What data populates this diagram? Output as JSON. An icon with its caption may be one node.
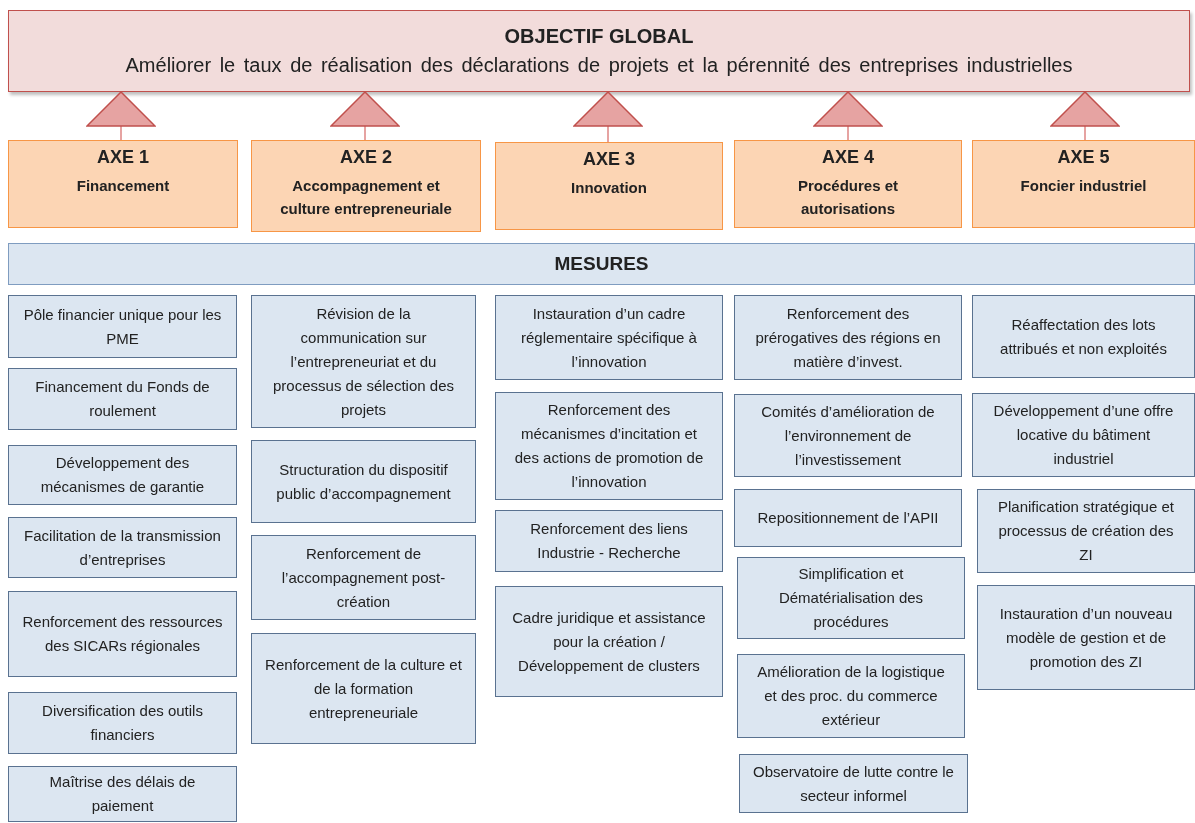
{
  "diagram": {
    "nodes": [
      {
        "text": [
          "OBJECTIF GLOBAL",
          "Améliorer le taux de réalisation des déclarations de projets et la pérennité des entreprises industrielles"
        ]
      },
      {
        "text": [
          "AXE 1",
          "Financement"
        ]
      },
      {
        "text": [
          "AXE 2",
          "Accompagnement et culture entrepreneuriale"
        ]
      },
      {
        "text": [
          "AXE 3",
          "Innovation"
        ]
      },
      {
        "text": [
          "AXE 4",
          "Procédures et autorisations"
        ]
      },
      {
        "text": [
          "AXE 5",
          "Foncier industriel"
        ]
      },
      {
        "text": [
          "MESURES"
        ]
      },
      {
        "text": [
          "Pôle financier unique pour les PME"
        ]
      },
      {
        "text": [
          "Financement du Fonds de roulement"
        ]
      },
      {
        "text": [
          "Développement des mécanismes de garantie"
        ]
      },
      {
        "text": [
          "Facilitation de la transmission d’entreprises"
        ]
      },
      {
        "text": [
          "Renforcement des ressources des SICARs régionales"
        ]
      },
      {
        "text": [
          "Diversification des outils financiers"
        ]
      },
      {
        "text": [
          "Maîtrise des délais de paiement"
        ]
      },
      {
        "text": [
          "Révision de la communication sur l’entrepreneuriat et du processus de sélection des projets"
        ]
      },
      {
        "text": [
          "Structuration du dispositif public d’accompagnement"
        ]
      },
      {
        "text": [
          "Renforcement de l’accompagnement post-création"
        ]
      },
      {
        "text": [
          "Renforcement de la culture et de la formation entrepreneuriale"
        ]
      },
      {
        "text": [
          "Instauration d’un cadre réglementaire spécifique à l’innovation"
        ]
      },
      {
        "text": [
          "Renforcement des mécanismes d’incitation et des actions de promotion de l’innovation"
        ]
      },
      {
        "text": [
          "Renforcement des liens Industrie - Recherche"
        ]
      },
      {
        "text": [
          "Cadre juridique et assistance pour la création / Développement de clusters"
        ]
      },
      {
        "text": [
          "Renforcement des prérogatives des régions en matière d’invest."
        ]
      },
      {
        "text": [
          "Comités d’amélioration de l’environnement de l’investissement"
        ]
      },
      {
        "text": [
          "Repositionnement de l’APII"
        ]
      },
      {
        "text": [
          "Simplification et Dématérialisation des procédures"
        ]
      },
      {
        "text": [
          "Amélioration de la logistique et des proc. du commerce extérieur"
        ]
      },
      {
        "text": [
          "Observatoire de lutte contre le secteur informel"
        ]
      },
      {
        "text": [
          "Réaffectation des lots attribués et non exploités"
        ]
      },
      {
        "text": [
          "Développement d’une offre locative du bâtiment industriel"
        ]
      },
      {
        "text": [
          "Planification stratégique et processus de création des ZI"
        ]
      },
      {
        "text": [
          "Instauration d’un nouveau modèle de gestion et de promotion des ZI"
        ]
      }
    ],
    "edges": [
      {
        "from": 1,
        "to": 0,
        "arrow": "to"
      },
      {
        "from": 2,
        "to": 0,
        "arrow": "to"
      },
      {
        "from": 3,
        "to": 0,
        "arrow": "to"
      },
      {
        "from": 4,
        "to": 0,
        "arrow": "to"
      },
      {
        "from": 5,
        "to": 0,
        "arrow": "to"
      }
    ]
  }
}
